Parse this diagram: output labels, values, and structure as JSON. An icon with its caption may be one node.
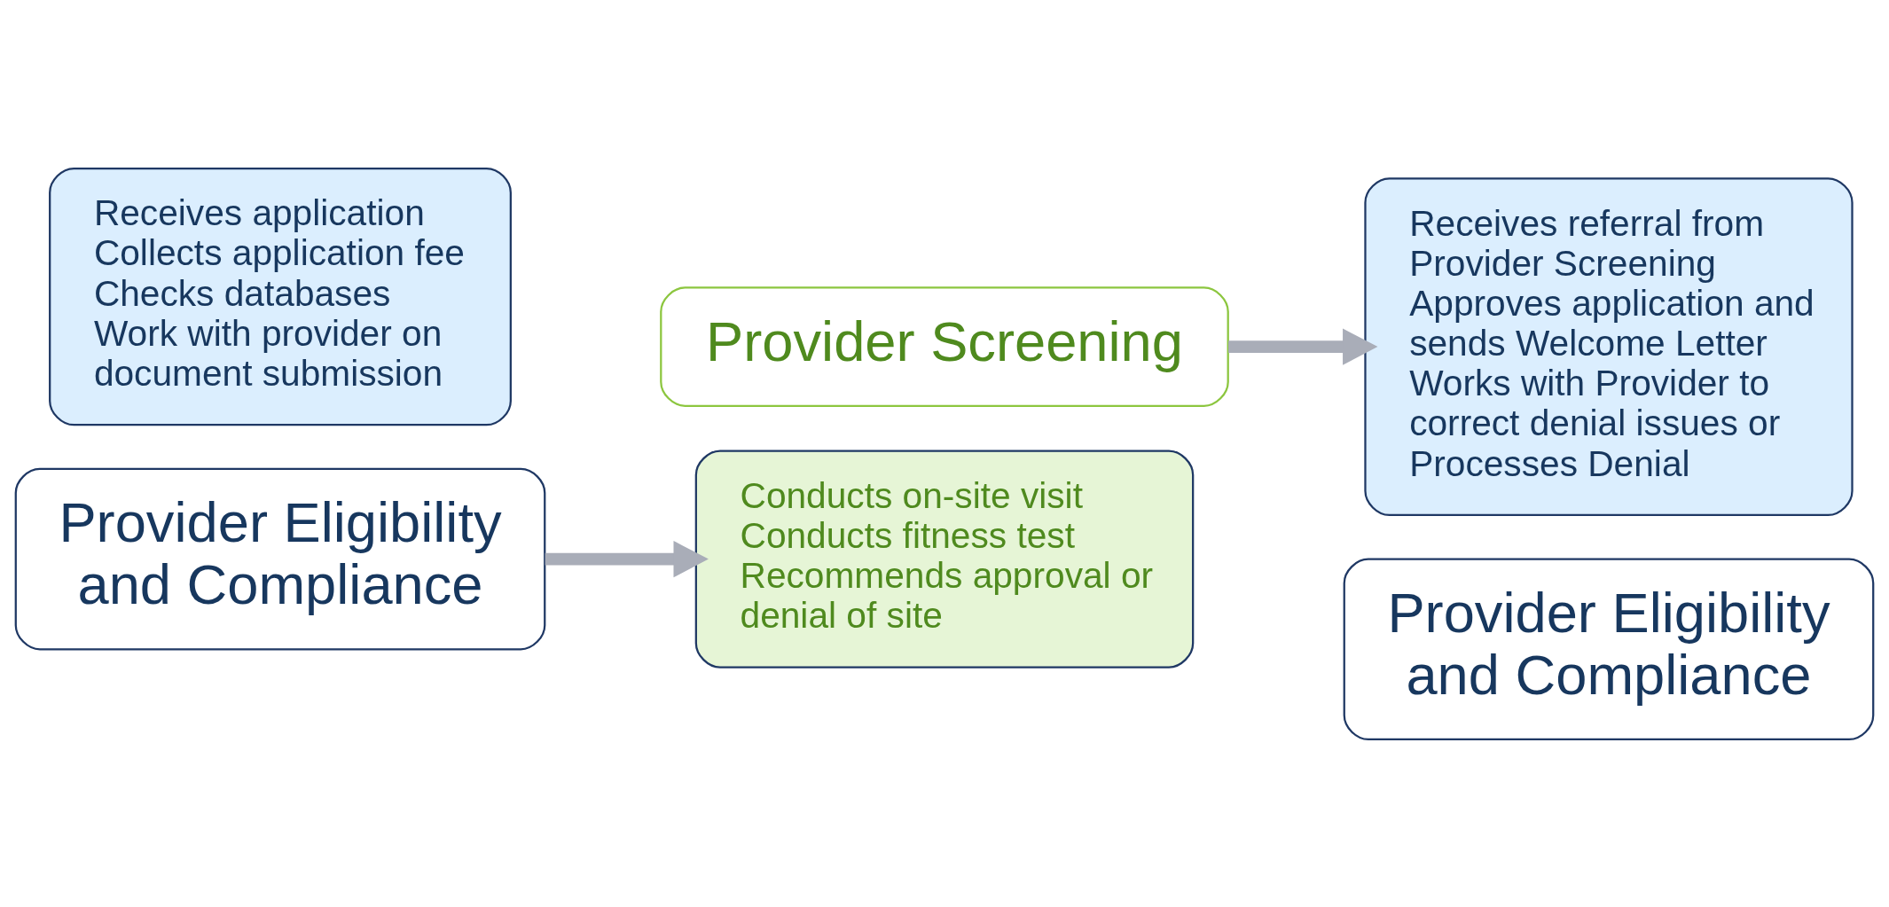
{
  "diagram": {
    "nodes": [
      {
        "text": [
          "Receives application",
          "Collects application fee",
          "Checks databases",
          "Work with provider on document submission"
        ]
      },
      {
        "text": [
          "Provider Eligibility and Compliance"
        ]
      },
      {
        "text": [
          "Provider Screening"
        ]
      },
      {
        "text": [
          "Conducts on-site visit",
          "Conducts fitness test",
          "Recommends approval or denial of site"
        ]
      },
      {
        "text": [
          "Receives referral from Provider Screening",
          "Approves application and sends Welcome Letter",
          "Works with Provider to correct denial issues or Processes Denial"
        ]
      },
      {
        "text": [
          "Provider Eligibility and Compliance"
        ]
      }
    ],
    "edges": [
      {
        "from": 1,
        "to": 3,
        "arrow": "to"
      },
      {
        "from": 2,
        "to": 4,
        "arrow": "to"
      }
    ]
  }
}
